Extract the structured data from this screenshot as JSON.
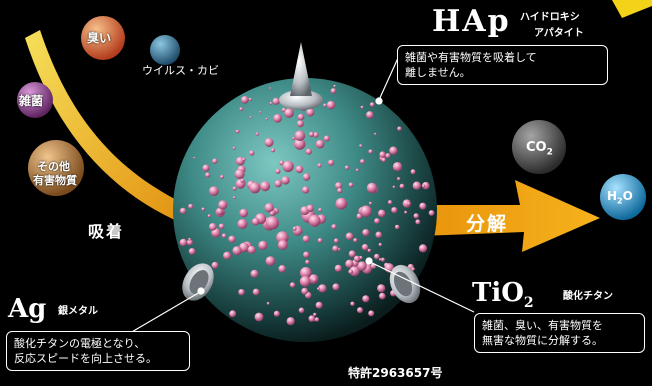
{
  "pollutants": {
    "odor": "臭い",
    "virus_mold": "ウイルス・カビ",
    "bacteria": "雑菌",
    "other_line1": "その他",
    "other_line2": "有害物質"
  },
  "adsorption_label": "吸着",
  "decomposition_label": "分解",
  "hap": {
    "symbol": "HAp",
    "name_line1": "ハイドロキシ",
    "name_line2": "アパタイト",
    "note_line1": "雑菌や有害物質を吸着して",
    "note_line2": "離しません。"
  },
  "tio2": {
    "symbol": "TiO",
    "subscript": "2",
    "name": "酸化チタン",
    "note_line1": "雑菌、臭い、有害物質を",
    "note_line2": "無害な物質に分解する。"
  },
  "ag": {
    "symbol": "Ag",
    "name": "銀メタル",
    "note_line1": "酸化チタンの電極となり、",
    "note_line2": "反応スピードを向上させる。"
  },
  "products": {
    "co2_main": "CO",
    "co2_sub": "2",
    "h2o_main": "H",
    "h2o_sub": "2",
    "h2o_tail": "O"
  },
  "patent": "特許2963657号",
  "colors": {
    "sphere": "#3e8a86",
    "particles": "#e58fb4",
    "arrow": "#f2a410",
    "odor_ball": "#d2542a",
    "virus_ball": "#2f6f8f",
    "bacteria_ball": "#8c3c8c",
    "other_ball": "#b8742f",
    "co2_ball": "#555555",
    "h2o_ball": "#2aa0d8"
  }
}
